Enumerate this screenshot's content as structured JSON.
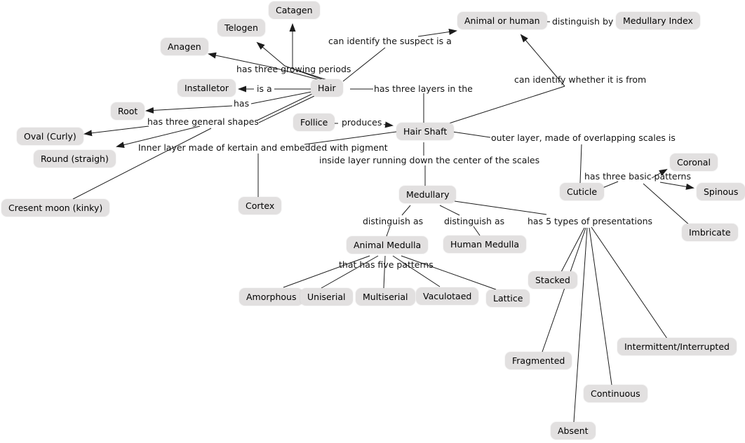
{
  "diagram": {
    "background_color": "#ffffff",
    "node_fill_color": "#e2e0e0",
    "node_text_color": "#000000",
    "line_color": "#1c1c1c"
  },
  "nodes": {
    "catagen": "Catagen",
    "telogen": "Telogen",
    "anagen": "Anagen",
    "animal_or_human": "Animal or human",
    "medullary_index": "Medullary Index",
    "installetor": "Installetor",
    "hair": "Hair",
    "root": "Root",
    "oval_curly": "Oval (Curly)",
    "round_straigh": "Round (straigh)",
    "cresent_moon_kinky": "Cresent moon (kinky)",
    "follice": "Follice",
    "hair_shaft": "Hair Shaft",
    "cortex": "Cortex",
    "medullary": "Medullary",
    "cuticle": "Cuticle",
    "coronal": "Coronal",
    "spinous": "Spinous",
    "imbricate": "Imbricate",
    "animal_medulla": "Animal Medulla",
    "human_medulla": "Human Medulla",
    "amorphous": "Amorphous",
    "uniserial": "Uniserial",
    "multiserial": "Multiserial",
    "vaculotaed": "Vaculotaed",
    "lattice": "Lattice",
    "stacked": "Stacked",
    "fragmented": "Fragmented",
    "continuous": "Continuous",
    "absent": "Absent",
    "intermittent_interrupted": "Intermittent/Interrupted"
  },
  "links": {
    "growing_periods": "has three growing periods",
    "identify_suspect": "can identify the suspect is a",
    "distinguish_by": "distinguish by",
    "identify_from": "can identify whether it is from",
    "is_a": "is a",
    "three_layers": "has three layers in the",
    "has": "has",
    "general_shapes": "has three general shapes",
    "inner_layer": "Inner layer made of kertain and embedded with pigment",
    "produces": "produces",
    "outer_layer": "outer layer, made of overlapping scales is",
    "inside_layer": "inside layer running down the center of the scales",
    "basic_patterns": "has three basic patterns",
    "distinguish_as_left": "distinguish as",
    "distinguish_as_right": "distinguish as",
    "five_presentations": "has 5 types of presentations",
    "five_patterns": "that has five patterns"
  }
}
